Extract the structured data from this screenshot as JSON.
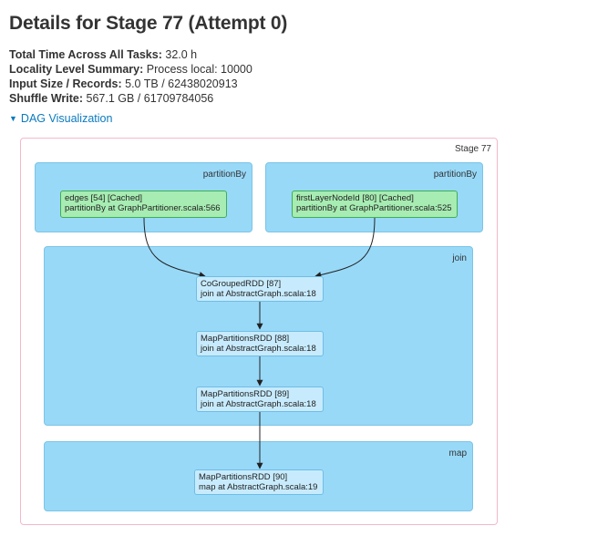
{
  "page": {
    "title": "Details for Stage 77 (Attempt 0)"
  },
  "summary": [
    {
      "label": "Total Time Across All Tasks:",
      "value": "32.0 h"
    },
    {
      "label": "Locality Level Summary:",
      "value": "Process local: 10000"
    },
    {
      "label": "Input Size / Records:",
      "value": "5.0 TB / 62438020913"
    },
    {
      "label": "Shuffle Write:",
      "value": "567.1 GB / 61709784056"
    }
  ],
  "dag": {
    "toggle_label": "DAG Visualization",
    "stage_label": "Stage 77",
    "clusters": {
      "partitionBy_left": "partitionBy",
      "partitionBy_right": "partitionBy",
      "join": "join",
      "map": "map"
    },
    "nodes": {
      "edges": {
        "line1": "edges [54] [Cached]",
        "line2": "partitionBy at GraphPartitioner.scala:566"
      },
      "first_layer": {
        "line1": "firstLayerNodeId [80] [Cached]",
        "line2": "partitionBy at GraphPartitioner.scala:525"
      },
      "cogrouped": {
        "line1": "CoGroupedRDD [87]",
        "line2": "join at AbstractGraph.scala:18"
      },
      "map_partitions_88": {
        "line1": "MapPartitionsRDD [88]",
        "line2": "join at AbstractGraph.scala:18"
      },
      "map_partitions_89": {
        "line1": "MapPartitionsRDD [89]",
        "line2": "join at AbstractGraph.scala:18"
      },
      "map_partitions_90": {
        "line1": "MapPartitionsRDD [90]",
        "line2": "map at AbstractGraph.scala:19"
      }
    },
    "colors": {
      "cluster": "#98d9f8",
      "cached_node": "#a7ecb2",
      "rdd_node": "#c7ebfd",
      "stage_border": "#f4b8c8",
      "link": "#0a7abf"
    }
  }
}
